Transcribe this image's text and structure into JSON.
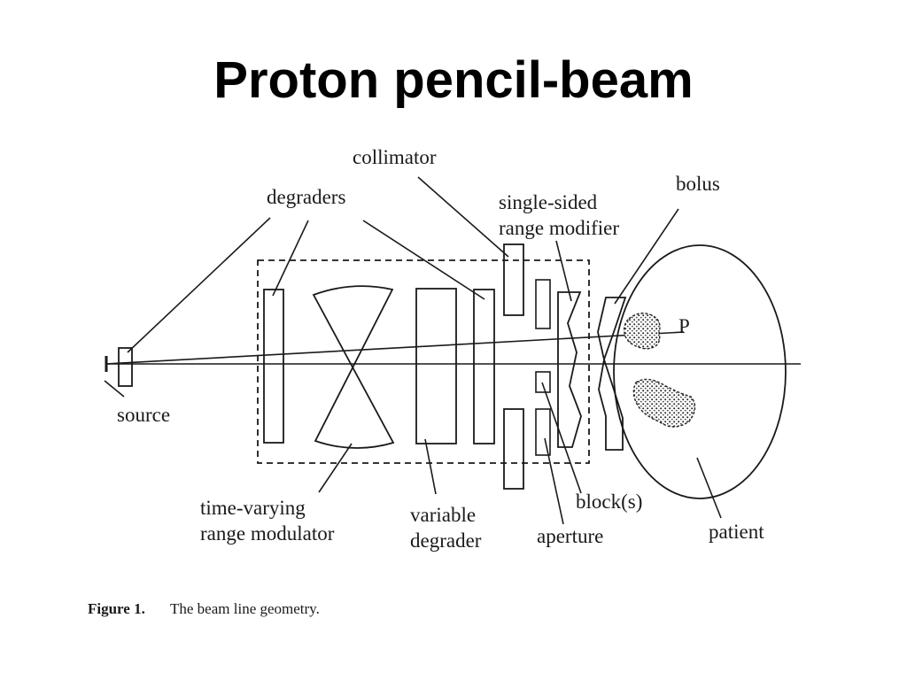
{
  "title": "Proton pencil-beam",
  "labels": {
    "collimator": "collimator",
    "degraders": "degraders",
    "single_sided_1": "single-sided",
    "single_sided_2": "range modifier",
    "bolus": "bolus",
    "point": "P",
    "source": "source",
    "time_varying_1": "time-varying",
    "time_varying_2": "range modulator",
    "variable_1": "variable",
    "variable_2": "degrader",
    "blocks": "block(s)",
    "aperture": "aperture",
    "patient": "patient"
  },
  "caption": {
    "prefix": "Figure 1.",
    "text": "The beam line geometry."
  }
}
